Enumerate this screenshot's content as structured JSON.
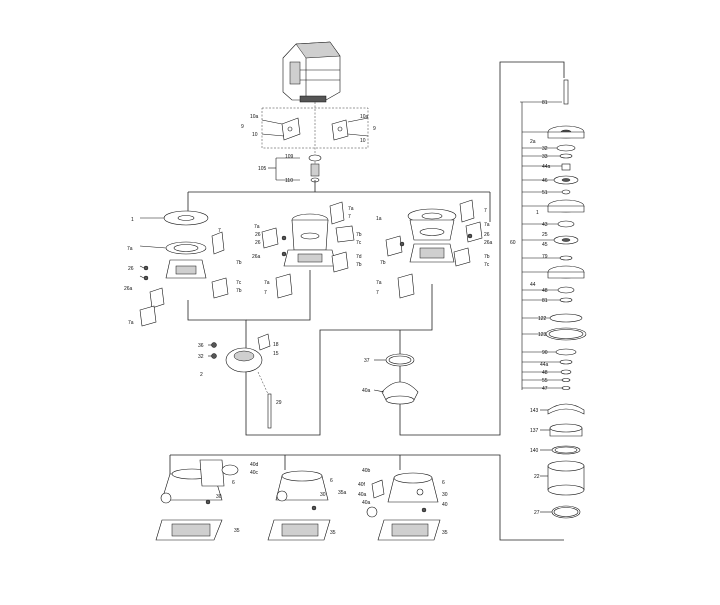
{
  "labels": {
    "motor": [],
    "coupling": [
      "10a",
      "10",
      "10a",
      "10",
      "9",
      "9",
      "109",
      "105",
      "110"
    ],
    "head_left": [
      "1",
      "7a",
      "7",
      "26",
      "26a",
      "7c",
      "7b",
      "7b",
      "7a"
    ],
    "head_center": [
      "7a",
      "26",
      "26",
      "7a",
      "7",
      "26a",
      "7b",
      "7c",
      "7d",
      "7b",
      "7a",
      "7"
    ],
    "head_right": [
      "1a",
      "7",
      "7a",
      "26",
      "26a",
      "7b",
      "7c",
      "7b",
      "7a",
      "7"
    ],
    "bowl": [
      "36",
      "32",
      "2",
      "18",
      "15",
      "29"
    ],
    "mid": [
      "37",
      "40a"
    ],
    "bases": [
      "40d",
      "40c",
      "6",
      "6",
      "30",
      "35",
      "30",
      "35",
      "35a",
      "40b",
      "40f",
      "40a",
      "6",
      "30",
      "35",
      "40",
      "40a"
    ],
    "pump_stack": [
      "81",
      "2a",
      "32",
      "33",
      "44a",
      "46",
      "51",
      "60",
      "43",
      "25",
      "1",
      "79",
      "48",
      "44",
      "81",
      "45",
      "122",
      "123",
      "90",
      "44a",
      "48",
      "55",
      "47",
      "143",
      "137",
      "140",
      "22",
      "27"
    ]
  }
}
